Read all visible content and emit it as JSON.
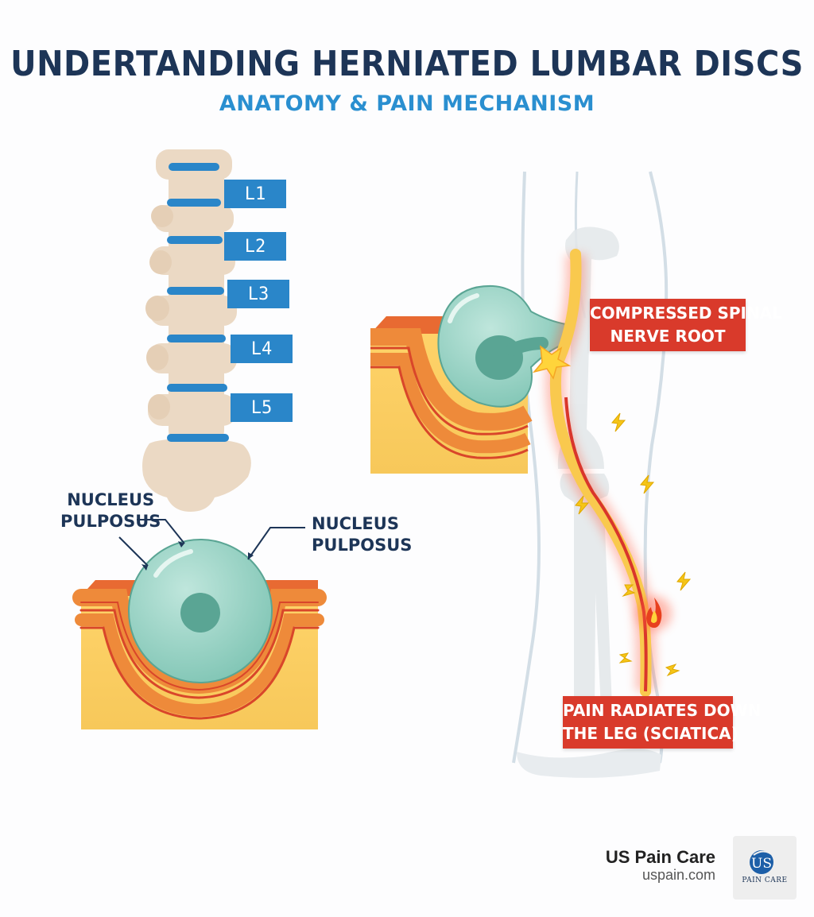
{
  "header": {
    "title": "UNDERTANDING HERNIATED LUMBAR DISCS",
    "subtitle": "ANATOMY & PAIN MECHANISM"
  },
  "spine": {
    "vertebra_labels": [
      "L1",
      "L2",
      "L3",
      "L4",
      "L5"
    ]
  },
  "disc_callouts": {
    "left_label": "NUCLEUS\nPULPOSUS",
    "right_label": "NUCLEUS\nPULPOSUS"
  },
  "leg_callouts": {
    "nerve_root_label": "COMPRESSED SPINAL\nNERVE ROOT",
    "sciatica_label": "PAIN RADIATES DOWN\nTHE LEG (SCIATICA)"
  },
  "brand": {
    "name": "US Pain Care",
    "url": "uspain.com",
    "logo_mark": "US",
    "logo_text": "PAIN CARE"
  },
  "colors": {
    "title": "#1d3557",
    "subtitle": "#2a8fd0",
    "label_blue": "#2a86c9",
    "alert_red": "#d93a2b"
  }
}
